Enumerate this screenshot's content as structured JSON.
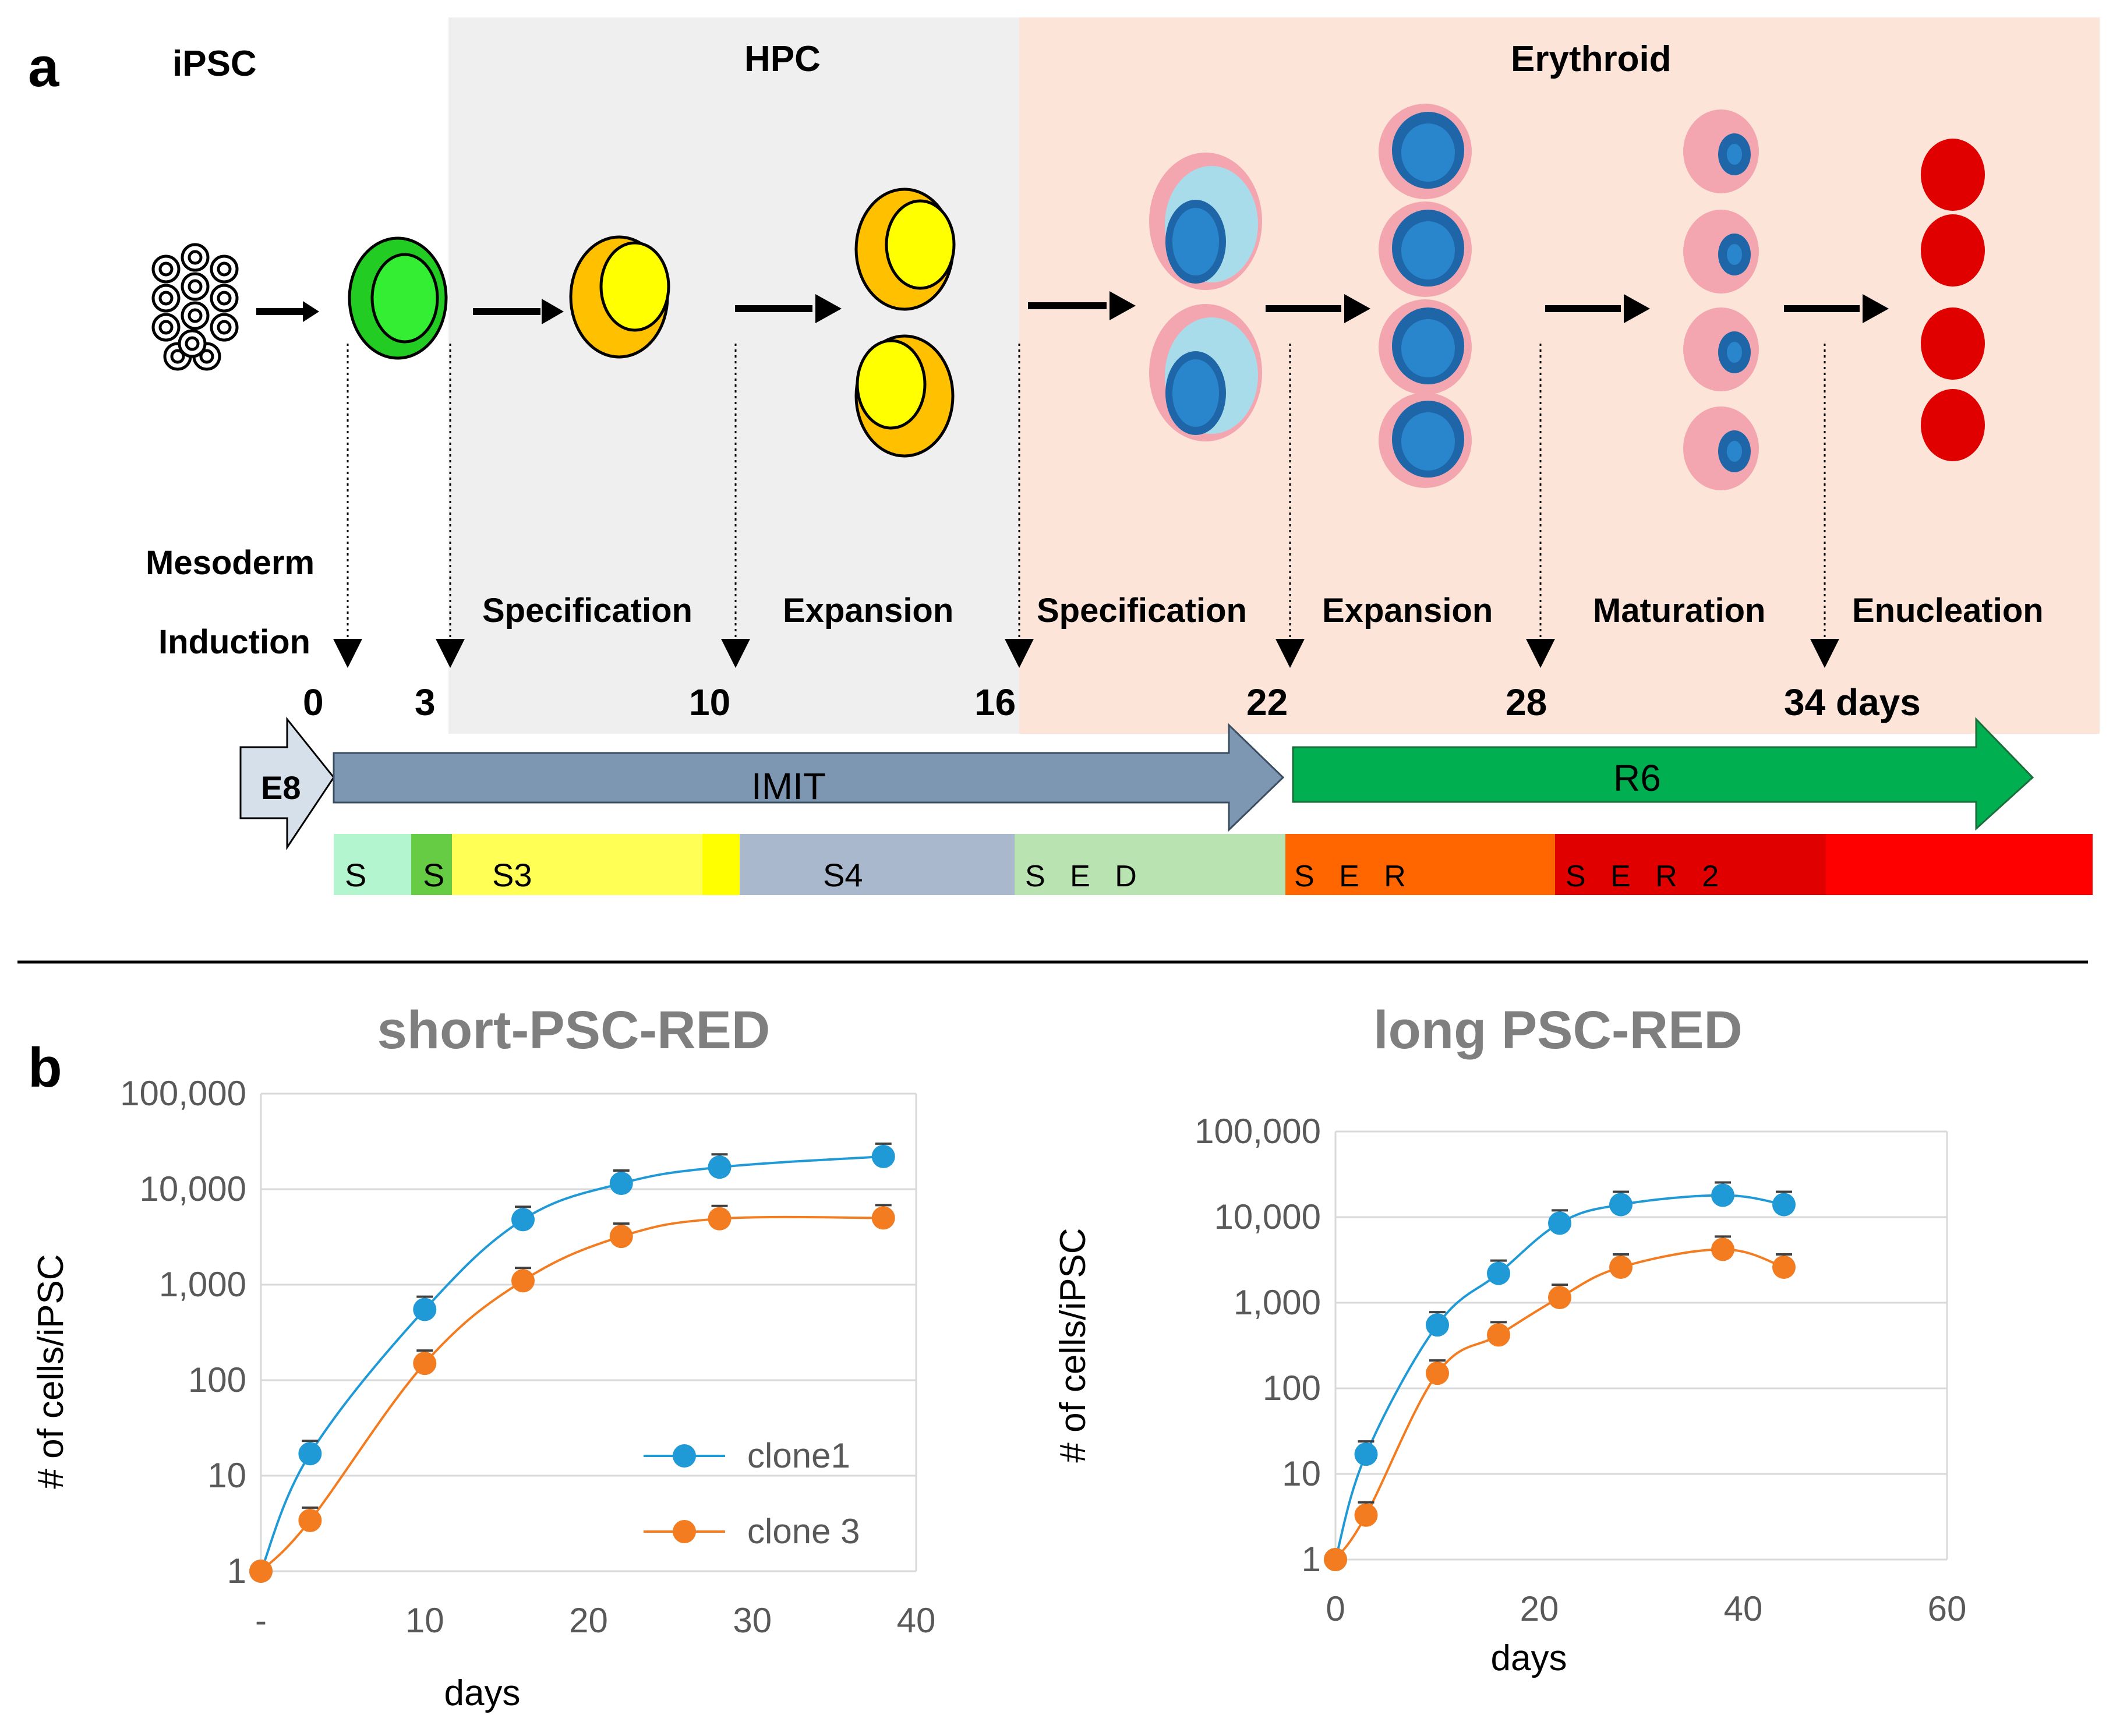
{
  "panel_a": {
    "label": "a",
    "lineage": {
      "ipsc": "iPSC",
      "hpc": "HPC",
      "erythroid": "Erythroid"
    },
    "phases": {
      "mesoderm": "Mesoderm",
      "induction": "Induction",
      "spec1": "Specification",
      "exp1": "Expansion",
      "spec2": "Specification",
      "exp2": "Expansion",
      "maturation": "Maturation",
      "enucleation": "Enucleation"
    },
    "days": {
      "d0": "0",
      "d3": "3",
      "d10": "10",
      "d16": "16",
      "d22": "22",
      "d28": "28",
      "d34": "34 days"
    },
    "media": {
      "e8": "E8",
      "imit": "IMIT",
      "r6": "R6"
    },
    "stages": [
      {
        "text": "S",
        "color": "#b3f5cf"
      },
      {
        "text": "S",
        "color": "#66cc44"
      },
      {
        "text": "S3",
        "color": "#ffff55"
      },
      {
        "text": "",
        "color": "#ffff00"
      },
      {
        "text": "S4",
        "color": "#a9b8cc"
      },
      {
        "text": "S E D",
        "color": "#b9e3b0"
      },
      {
        "text": "S E R",
        "color": "#ff6600"
      },
      {
        "text": "S E R 2",
        "color": "#e00000"
      },
      {
        "text": "",
        "color": "#ff0000"
      }
    ],
    "colors": {
      "hpc_bg": "#efefef",
      "erythroid_bg": "#fde4d8",
      "imit_arrow": "#7d96b1",
      "r6_arrow": "#00b050",
      "e8_arrow": "#d6e0ea"
    }
  },
  "panel_b": {
    "label": "b",
    "chart_data": [
      {
        "type": "line",
        "title": "short-PSC-RED",
        "xlabel": "days",
        "ylabel": "# of cells/iPSC",
        "x_ticks": [
          "-",
          "10",
          "20",
          "30",
          "40"
        ],
        "y_ticks": [
          "1",
          "10",
          "100",
          "1,000",
          "10,000",
          "100,000"
        ],
        "xlim": [
          0,
          40
        ],
        "ylim": [
          1,
          100000
        ],
        "y_scale": "log",
        "grid": "horizontal",
        "legend": "bottom-right",
        "series": [
          {
            "name": "clone1",
            "color": "#1f9ad6",
            "x": [
              0,
              3,
              10,
              16,
              22,
              28,
              38
            ],
            "y": [
              1,
              17,
              550,
              4800,
              11500,
              17000,
              22000
            ]
          },
          {
            "name": "clone 3",
            "color": "#f47c20",
            "x": [
              0,
              3,
              10,
              16,
              22,
              28,
              38
            ],
            "y": [
              1,
              3.4,
              150,
              1100,
              3200,
              4900,
              5000
            ]
          }
        ]
      },
      {
        "type": "line",
        "title": "long PSC-RED",
        "xlabel": "days",
        "ylabel": "# of cells/iPSC",
        "x_ticks": [
          "0",
          "20",
          "40",
          "60"
        ],
        "y_ticks": [
          "1",
          "10",
          "100",
          "1,000",
          "10,000",
          "100,000"
        ],
        "xlim": [
          0,
          60
        ],
        "ylim": [
          1,
          100000
        ],
        "y_scale": "log",
        "grid": "horizontal",
        "series": [
          {
            "name": "",
            "color": "#1f9ad6",
            "x": [
              0,
              3,
              10,
              16,
              22,
              28,
              38,
              44
            ],
            "y": [
              1,
              17,
              550,
              2200,
              8500,
              14000,
              18000,
              14000
            ]
          },
          {
            "name": "",
            "color": "#f47c20",
            "x": [
              0,
              3,
              10,
              16,
              22,
              28,
              38,
              44
            ],
            "y": [
              1,
              3.3,
              150,
              420,
              1150,
              2600,
              4200,
              2600
            ]
          }
        ]
      }
    ]
  }
}
